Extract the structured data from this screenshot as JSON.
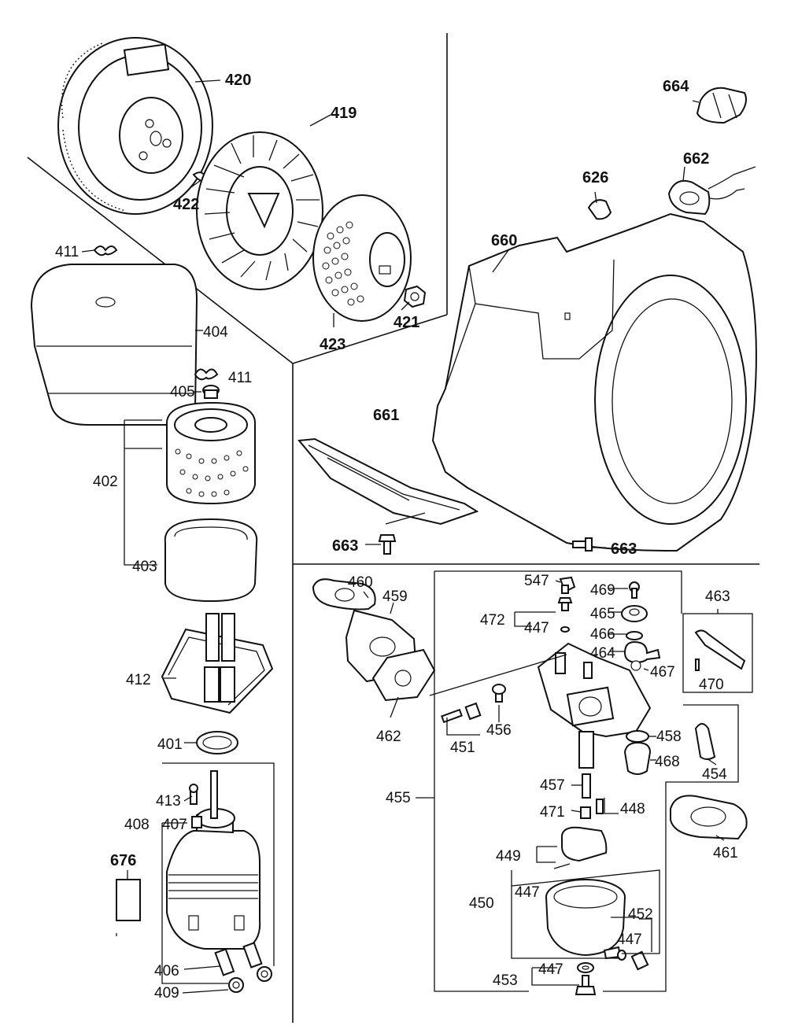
{
  "labels": {
    "p420": "420",
    "p419": "419",
    "p422": "422",
    "p411a": "411",
    "p423": "423",
    "p421": "421",
    "p404": "404",
    "p411b": "411",
    "p405": "405",
    "p402": "402",
    "p403": "403",
    "p412": "412",
    "p401": "401",
    "p413": "413",
    "p408": "408",
    "p407": "407",
    "p676": "676",
    "p406": "406",
    "p409": "409",
    "p664": "664",
    "p626": "626",
    "p662": "662",
    "p660": "660",
    "p661": "661",
    "p663a": "663",
    "p663b": "663",
    "p460": "460",
    "p459": "459",
    "p462": "462",
    "p451": "451",
    "p456": "456",
    "p455": "455",
    "p547": "547",
    "p472": "472",
    "p447a": "447",
    "p469": "469",
    "p465": "465",
    "p466": "466",
    "p464": "464",
    "p467": "467",
    "p463": "463",
    "p470": "470",
    "p458": "458",
    "p468": "468",
    "p454": "454",
    "p457": "457",
    "p471": "471",
    "p448": "448",
    "p461": "461",
    "p449": "449",
    "p450": "450",
    "p447b": "447",
    "p452": "452",
    "p447c": "447",
    "p453": "453",
    "p447d": "447"
  }
}
